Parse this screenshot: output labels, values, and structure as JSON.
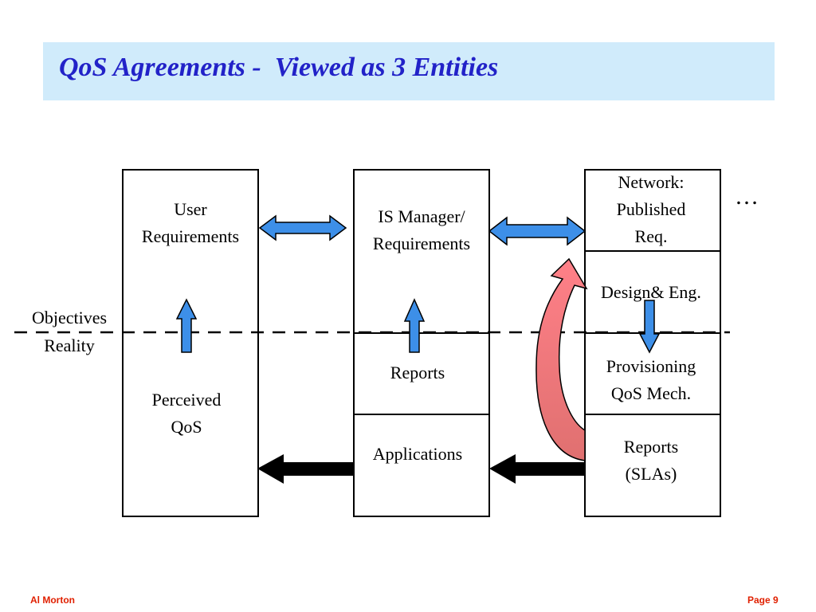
{
  "title": {
    "main": "QoS Agreements - ",
    "sub": "Viewed as 3 Entities"
  },
  "entities": {
    "user": {
      "requirements": "User\nRequirements",
      "perceived": "Perceived\nQoS"
    },
    "is_manager": {
      "requirements": "IS Manager/\nRequirements",
      "reports": "Reports",
      "applications": "Applications"
    },
    "network": {
      "published": "Network:\nPublished\nReq.",
      "design": "Design& Eng.",
      "provisioning": "Provisioning\nQoS Mech.",
      "reports": "Reports\n(SLAs)"
    }
  },
  "ellipsis": "…",
  "divider": {
    "above": "Objectives",
    "below": "Reality"
  },
  "footer": {
    "author": "Al Morton",
    "page": "Page 9"
  },
  "colors": {
    "banner": "#d0ebfb",
    "title": "#2222c8",
    "blue_arrow": "#3d8fe8",
    "red_arrow": "#f08080",
    "footer": "#e02000"
  }
}
